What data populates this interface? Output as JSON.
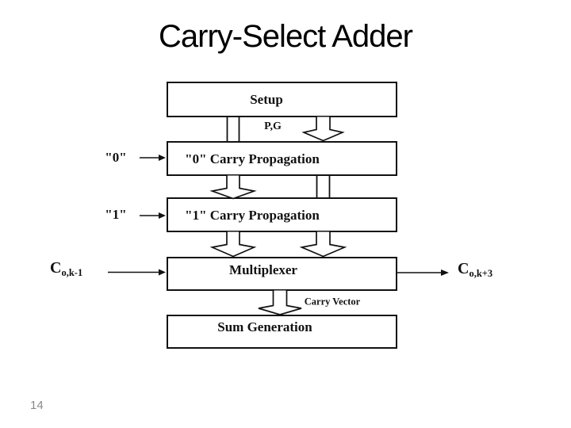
{
  "slide": {
    "title": "Carry-Select Adder",
    "page_number": "14"
  },
  "diagram": {
    "boxes": {
      "setup": "Setup",
      "zero_prop": "\"0\" Carry Propagation",
      "one_prop": "\"1\" Carry Propagation",
      "mux": "Multiplexer",
      "sum": "Sum Generation"
    },
    "labels": {
      "pg": "P,G",
      "zero_in": "\"0\"",
      "one_in": "\"1\"",
      "carry_in": {
        "main": "C",
        "sub": "o,k-1"
      },
      "carry_out": {
        "main": "C",
        "sub": "o,k+3"
      },
      "carry_vector": "Carry Vector"
    },
    "colors": {
      "line": "#111111",
      "passthrough_line": "#c3c3c3",
      "box_fill": "#ffffff",
      "background": "#ffffff",
      "page_number_text": "#8a8a8a",
      "title_text": "#000000"
    }
  }
}
